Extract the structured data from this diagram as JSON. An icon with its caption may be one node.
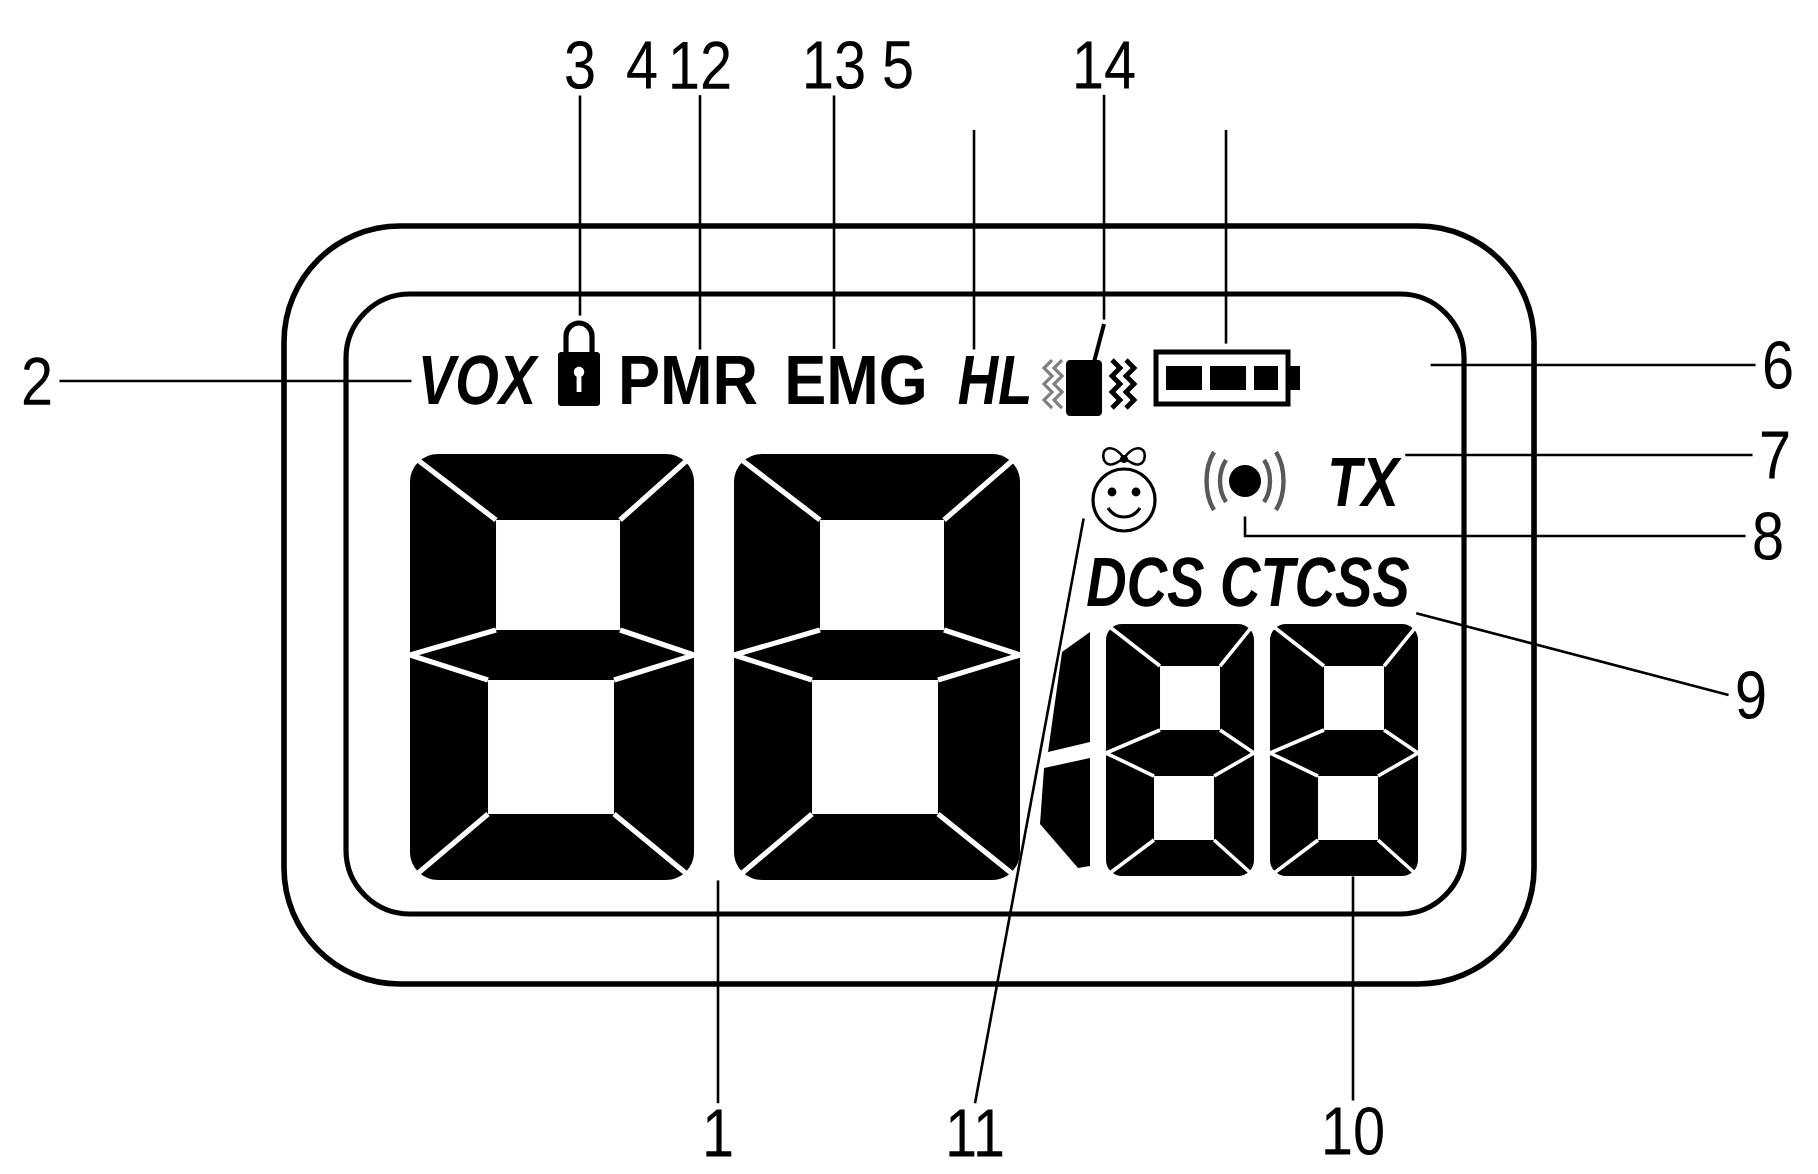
{
  "diagram": {
    "nodes": [
      {
        "text": [
          "3"
        ]
      },
      {
        "text": [
          "12"
        ]
      },
      {
        "text": [
          "13"
        ]
      },
      {
        "text": [
          "14"
        ]
      },
      {
        "text": [
          "2"
        ]
      },
      {
        "text": [],
        "shape": "box"
      },
      {
        "text": [
          "VOX"
        ],
        "in": 5
      },
      {
        "text": [],
        "shape": "lock",
        "in": 5
      },
      {
        "text": [
          "PMR"
        ],
        "in": 5
      },
      {
        "text": [
          "EMG"
        ],
        "in": 5
      },
      {
        "text": [
          "HL"
        ],
        "in": 5
      },
      {
        "text": [],
        "shape": "picture",
        "in": 5
      },
      {
        "text": [],
        "shape": "battery",
        "in": 5
      },
      {
        "text": [
          "6"
        ]
      },
      {
        "text": [
          "TX"
        ],
        "in": 5
      },
      {
        "text": [
          "7"
        ]
      },
      {
        "text": [],
        "shape": "picture",
        "in": 5
      },
      {
        "text": [],
        "shape": "picture",
        "in": 5
      },
      {
        "text": [
          "8"
        ]
      },
      {
        "text": [
          "DCS CTCSS"
        ],
        "in": 5
      },
      {
        "text": [],
        "shape": "picture",
        "in": 5
      },
      {
        "text": [],
        "shape": "picture",
        "in": 5
      },
      {
        "text": [
          "9"
        ]
      },
      {
        "text": [
          "1"
        ]
      },
      {
        "text": [
          "11"
        ]
      },
      {
        "text": [
          "10"
        ]
      }
    ],
    "edges": [
      {
        "from": 0,
        "to": 7,
        "arrow": "none"
      },
      {
        "from": 1,
        "to": 8,
        "arrow": "none"
      },
      {
        "from": 2,
        "to": 9,
        "arrow": "none"
      },
      {
        "from": null,
        "to": 10,
        "arrow": "none"
      },
      {
        "from": 3,
        "to": 11,
        "arrow": "none"
      },
      {
        "from": null,
        "to": 12,
        "arrow": "none"
      },
      {
        "from": 4,
        "to": 6,
        "arrow": "none"
      },
      {
        "from": 13,
        "to": 5,
        "arrow": "none"
      },
      {
        "from": 15,
        "to": 14,
        "arrow": "none"
      },
      {
        "from": 18,
        "to": 17,
        "arrow": "none"
      },
      {
        "from": 22,
        "to": 19,
        "arrow": "none"
      },
      {
        "from": 23,
        "to": 20,
        "arrow": "none"
      },
      {
        "from": 24,
        "to": 16,
        "arrow": "none"
      },
      {
        "from": 25,
        "to": 21,
        "arrow": "none"
      }
    ],
    "labels": [
      "4",
      "5"
    ]
  }
}
